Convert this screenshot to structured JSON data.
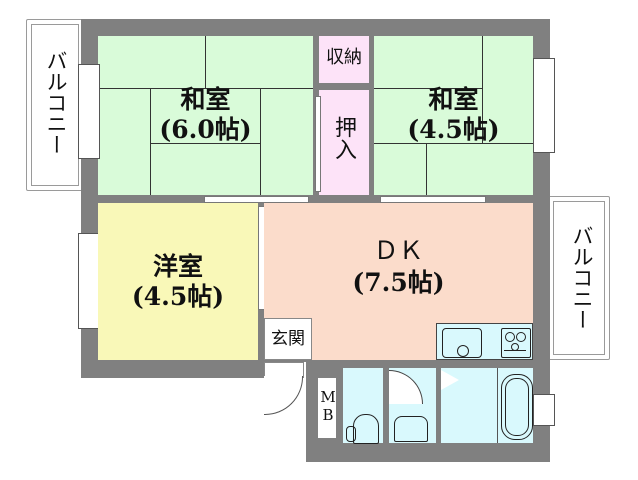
{
  "floorplan": {
    "rooms": [
      {
        "id": "washitsu-left",
        "name": "和室",
        "size": "(6.0帖)",
        "color": "#d9fbd9"
      },
      {
        "id": "washitsu-right",
        "name": "和室",
        "size": "(4.5帖)",
        "color": "#d9fbd9"
      },
      {
        "id": "yoshitsu",
        "name": "洋室",
        "size": "(4.5帖)",
        "color": "#f9f8b8"
      },
      {
        "id": "dk",
        "name": "ＤＫ",
        "size": "(7.5帖)",
        "color": "#fbdccb"
      },
      {
        "id": "shuno",
        "name": "収納",
        "color": "#fde3f8"
      },
      {
        "id": "oshiire",
        "name": "押入",
        "color": "#fde3f8"
      },
      {
        "id": "genkan",
        "name": "玄関",
        "color": "#ffffff"
      },
      {
        "id": "mb",
        "name": "MB",
        "color": "#ffffff"
      }
    ],
    "balconies": [
      {
        "id": "balcony-left",
        "label": "バルコニー"
      },
      {
        "id": "balcony-right",
        "label": "バルコニー"
      }
    ],
    "fixtures": [
      "kitchen-sink",
      "gas-stove",
      "toilet",
      "wash-basin",
      "bathtub"
    ],
    "colors": {
      "wall": "#808080",
      "washitsu": "#d9fbd9",
      "closet": "#fde3f8",
      "yoshitsu": "#f9f8b8",
      "dk": "#fbdccb",
      "water_area": "#d9f9fd"
    }
  }
}
